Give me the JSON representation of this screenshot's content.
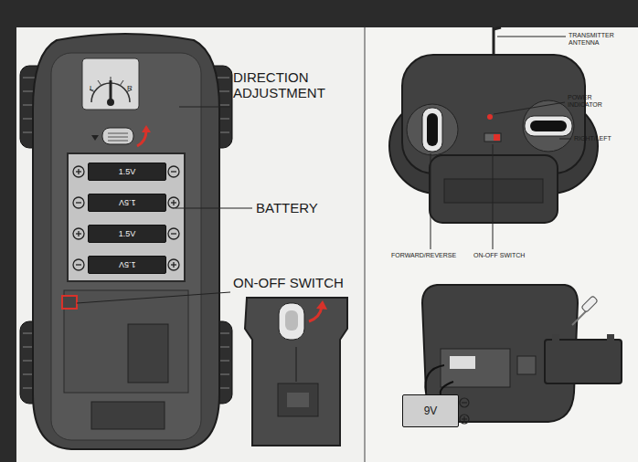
{
  "diagram": {
    "nodes": [
      {
        "text": [
          "1.5V"
        ]
      },
      {
        "text": [
          "1.5V"
        ]
      },
      {
        "text": [
          "1.5V"
        ]
      },
      {
        "text": [
          "1.5V"
        ]
      },
      {
        "text": [
          "9V"
        ]
      }
    ],
    "labels": [
      "DIRECTION ADJUSTMENT",
      "BATTERY",
      "ON-OFF SWITCH",
      "L",
      "R",
      "TRANSMITTER ANTENNA",
      "POWER INDICATOR",
      "RIGHT/LEFT",
      "FORWARD/REVERSE",
      "ON-OFF SWITCH"
    ]
  }
}
